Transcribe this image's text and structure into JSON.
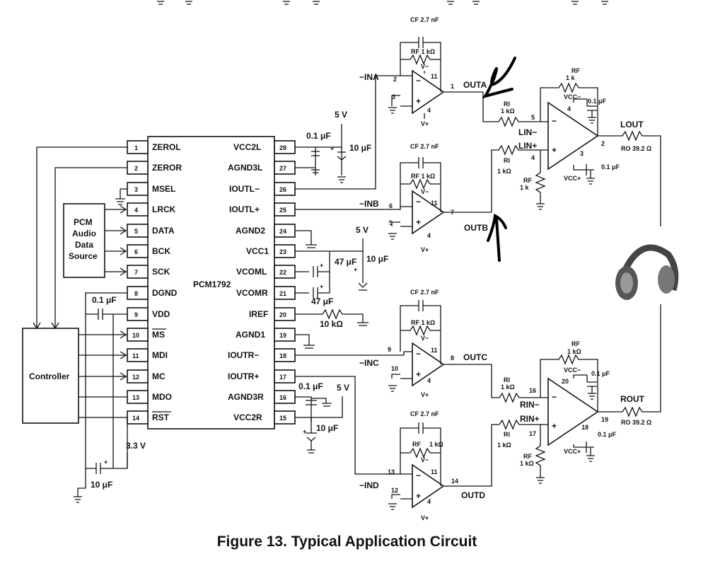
{
  "ic": {
    "name": "PCM1792",
    "left_pins": [
      {
        "num": "1",
        "label": "ZEROL"
      },
      {
        "num": "2",
        "label": "ZEROR"
      },
      {
        "num": "3",
        "label": "MSEL"
      },
      {
        "num": "4",
        "label": "LRCK"
      },
      {
        "num": "5",
        "label": "DATA"
      },
      {
        "num": "6",
        "label": "BCK"
      },
      {
        "num": "7",
        "label": "SCK"
      },
      {
        "num": "8",
        "label": "DGND"
      },
      {
        "num": "9",
        "label": "VDD"
      },
      {
        "num": "10",
        "label": "MS"
      },
      {
        "num": "11",
        "label": "MDI"
      },
      {
        "num": "12",
        "label": "MC"
      },
      {
        "num": "13",
        "label": "MDO"
      },
      {
        "num": "14",
        "label": "RST"
      }
    ],
    "right_pins": [
      {
        "num": "28",
        "label": "VCC2L"
      },
      {
        "num": "27",
        "label": "AGND3L"
      },
      {
        "num": "26",
        "label": "IOUTL−"
      },
      {
        "num": "25",
        "label": "IOUTL+"
      },
      {
        "num": "24",
        "label": "AGND2"
      },
      {
        "num": "23",
        "label": "VCC1"
      },
      {
        "num": "22",
        "label": "VCOML"
      },
      {
        "num": "21",
        "label": "VCOMR"
      },
      {
        "num": "20",
        "label": "IREF"
      },
      {
        "num": "19",
        "label": "AGND1"
      },
      {
        "num": "18",
        "label": "IOUTR−"
      },
      {
        "num": "17",
        "label": "IOUTR+"
      },
      {
        "num": "16",
        "label": "AGND3R"
      },
      {
        "num": "15",
        "label": "VCC2R"
      }
    ]
  },
  "blocks": {
    "pcm_source": [
      "PCM",
      "Audio",
      "Data",
      "Source"
    ],
    "controller": "Controller"
  },
  "passives": {
    "cf": "CF  2.7 nF",
    "rf_1k_ohm": "RF  1 kΩ",
    "rf_1k": "1 k",
    "rf_label": "RF",
    "ri": "RI",
    "ri_val": "1 kΩ",
    "ro": "RO  39.2 Ω",
    "c01": "0.1 μF",
    "c10": "10 μF",
    "c47": "47 μF",
    "r10k": "10 kΩ",
    "v5": "5 V",
    "v33": "3.3 V",
    "vminus": "V−",
    "vplus": "V+",
    "vcc_minus": "VCC−",
    "vcc_plus": "VCC+"
  },
  "nets": {
    "ina": "−INA",
    "inb": "−INB",
    "inc": "−INC",
    "ind": "−IND",
    "outa": "OUTA",
    "outb": "OUTB",
    "outc": "OUTC",
    "outd": "OUTD",
    "lin_minus": "LIN−",
    "lin_plus": "LIN+",
    "rin_minus": "RIN−",
    "rin_plus": "RIN+",
    "lout": "LOUT",
    "rout": "ROUT"
  },
  "opamp_pins": {
    "a": [
      "2",
      "3",
      "1",
      "11",
      "4"
    ],
    "b": [
      "6",
      "5",
      "7",
      "11",
      "4"
    ],
    "c": [
      "9",
      "10",
      "8",
      "11",
      "4"
    ],
    "d": [
      "13",
      "12",
      "14",
      "11",
      "4"
    ],
    "l": [
      "5",
      "4",
      "2",
      "4",
      "3"
    ],
    "r": [
      "16",
      "17",
      "19",
      "20",
      "18"
    ]
  },
  "caption": "Figure 13.  Typical Application Circuit"
}
